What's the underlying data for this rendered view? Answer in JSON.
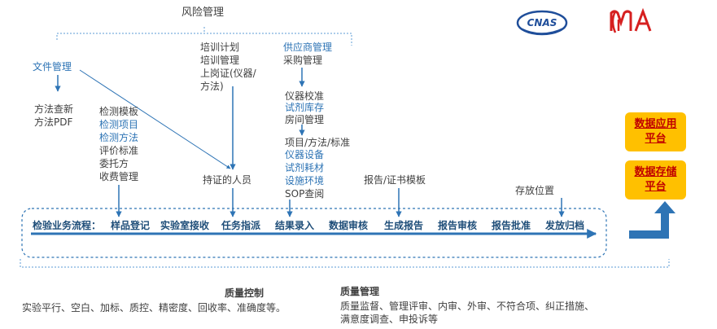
{
  "risk_management": {
    "label": "风险管理"
  },
  "logos": {
    "cnas": "CNAS",
    "cma": "CMA"
  },
  "file_management": {
    "label": "文件管理",
    "method_items": [
      "方法查新",
      "方法PDF"
    ]
  },
  "detection_items": [
    "检测模板",
    "检测项目",
    "检测方法",
    "评价标准",
    "委托方",
    "收费管理"
  ],
  "training_items": [
    "培训计划",
    "培训管理",
    "上岗证(仪器/",
    "方法)"
  ],
  "certified_staff": {
    "label": "持证的人员"
  },
  "supplier_items": [
    "供应商管理",
    "采购管理"
  ],
  "resource_items": [
    "仪器校准",
    "试剂库存",
    "房间管理"
  ],
  "setting_items": [
    "项目/方法/标准",
    "仪器设备",
    "试剂耗材",
    "设施环境",
    "SOP查阅"
  ],
  "report_template": {
    "label": "报告/证书模板"
  },
  "storage_location": {
    "label": "存放位置"
  },
  "workflow": {
    "title": "检验业务流程：",
    "steps": [
      "样品登记",
      "实验室接收",
      "任务指派",
      "结果录入",
      "数据审核",
      "生成报告",
      "报告审核",
      "报告批准",
      "发放归档"
    ]
  },
  "platforms": {
    "application": "数据应用平台",
    "storage": "数据存储平台"
  },
  "quality_control": {
    "title": "质量控制",
    "desc": "实验平行、空白、加标、质控、精密度、回收率、准确度等。"
  },
  "quality_management": {
    "title": "质量管理",
    "desc_line1": "质量监督、管理评审、内审、外审、不符合项、纠正措施、",
    "desc_line2": "满意度调查、申投诉等"
  },
  "colors": {
    "accent": "#2e74b5",
    "flow_text": "#1f4e79",
    "platform_bg": "#ffc000",
    "platform_text": "#c00000"
  }
}
